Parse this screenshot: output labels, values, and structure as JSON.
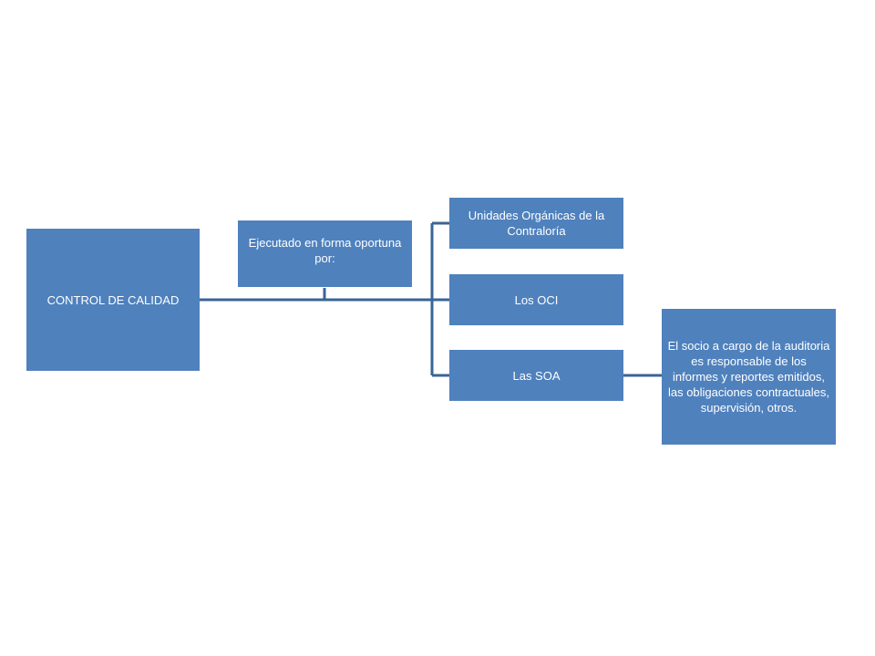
{
  "diagram": {
    "main_box": "CONTROL DE CALIDAD",
    "executed_label": "Ejecutado en forma oportuna por:",
    "executors": [
      "Unidades Orgánicas de la Contraloría",
      "Los OCI",
      "Las SOA"
    ],
    "note": "El socio a cargo de la auditoria es responsable de los informes y reportes emitidos, las obligaciones contractuales, supervisión, otros.",
    "box_color": "#4f81bd",
    "connector_color": "#3a6595"
  }
}
